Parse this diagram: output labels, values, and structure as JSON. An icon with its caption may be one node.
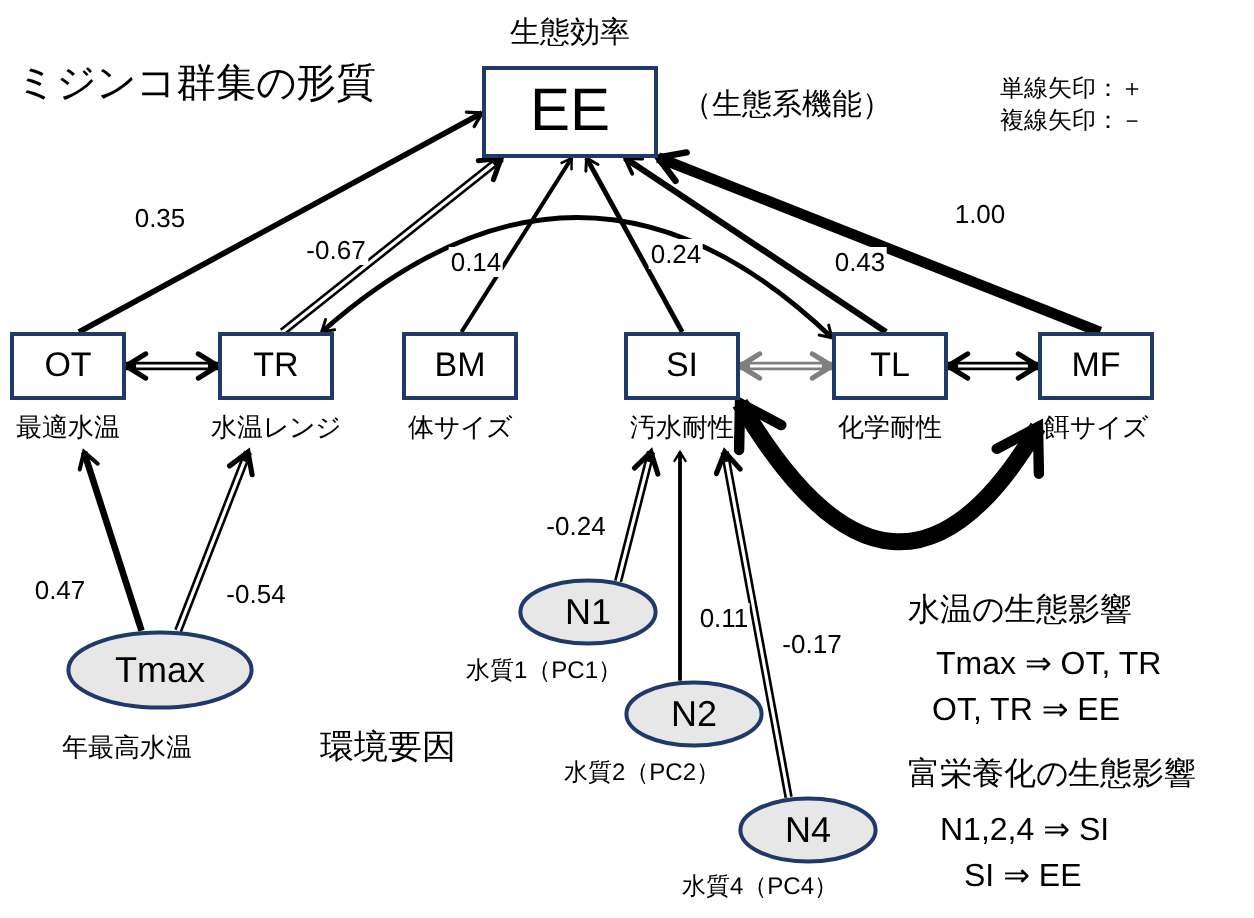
{
  "diagram": {
    "title": "ミジンコ群集の形質",
    "nodes": [
      {
        "text": [
          "EE"
        ],
        "beside": [
          "生態効率",
          "（生態系機能）"
        ]
      },
      {
        "text": [
          "OT"
        ],
        "beside": [
          "最適水温"
        ]
      },
      {
        "text": [
          "TR"
        ],
        "beside": [
          "水温レンジ"
        ]
      },
      {
        "text": [
          "BM"
        ],
        "beside": [
          "体サイズ"
        ]
      },
      {
        "text": [
          "SI"
        ],
        "beside": [
          "汚水耐性"
        ]
      },
      {
        "text": [
          "TL"
        ],
        "beside": [
          "化学耐性"
        ]
      },
      {
        "text": [
          "MF"
        ],
        "beside": [
          "餌サイズ"
        ]
      },
      {
        "text": [
          "Tmax"
        ],
        "beside": [
          "年最高水温"
        ]
      },
      {
        "text": [
          "N1"
        ],
        "beside": [
          "水質1（PC1）"
        ]
      },
      {
        "text": [
          "N2"
        ],
        "beside": [
          "水質2（PC2）"
        ]
      },
      {
        "text": [
          "N4"
        ],
        "beside": [
          "水質4（PC4）"
        ]
      }
    ],
    "edges": [
      {
        "from": 1,
        "to": 0,
        "arrow": "to",
        "label": "0.35"
      },
      {
        "from": 2,
        "to": 0,
        "arrow": "to",
        "label": "-0.67"
      },
      {
        "from": 3,
        "to": 0,
        "arrow": "to",
        "label": "0.14"
      },
      {
        "from": 4,
        "to": 0,
        "arrow": "to",
        "label": "0.24"
      },
      {
        "from": 5,
        "to": 0,
        "arrow": "to",
        "label": "0.43"
      },
      {
        "from": 6,
        "to": 0,
        "arrow": "to",
        "label": "1.00"
      },
      {
        "from": 1,
        "to": 2,
        "arrow": "both"
      },
      {
        "from": 2,
        "to": 5,
        "arrow": "both"
      },
      {
        "from": 4,
        "to": 5,
        "arrow": "both",
        "color": "#808080"
      },
      {
        "from": 5,
        "to": 6,
        "arrow": "both"
      },
      {
        "from": 4,
        "to": 6,
        "arrow": "both",
        "style": "thick"
      },
      {
        "from": 7,
        "to": 1,
        "arrow": "to",
        "label": "0.47"
      },
      {
        "from": 7,
        "to": 2,
        "arrow": "to",
        "label": "-0.54"
      },
      {
        "from": 8,
        "to": 4,
        "arrow": "to",
        "label": "-0.24"
      },
      {
        "from": 9,
        "to": 4,
        "arrow": "to",
        "label": "0.11"
      },
      {
        "from": 10,
        "to": 4,
        "arrow": "to",
        "label": "-0.17"
      }
    ],
    "labels": [
      "単線矢印：＋",
      "複線矢印：－",
      "環境要因",
      "水温の生態影響",
      "Tmax ⇒ OT, TR",
      "OT, TR ⇒ EE",
      "富栄養化の生態影響",
      "N1,2,4 ⇒ SI",
      "SI ⇒ EE"
    ]
  }
}
